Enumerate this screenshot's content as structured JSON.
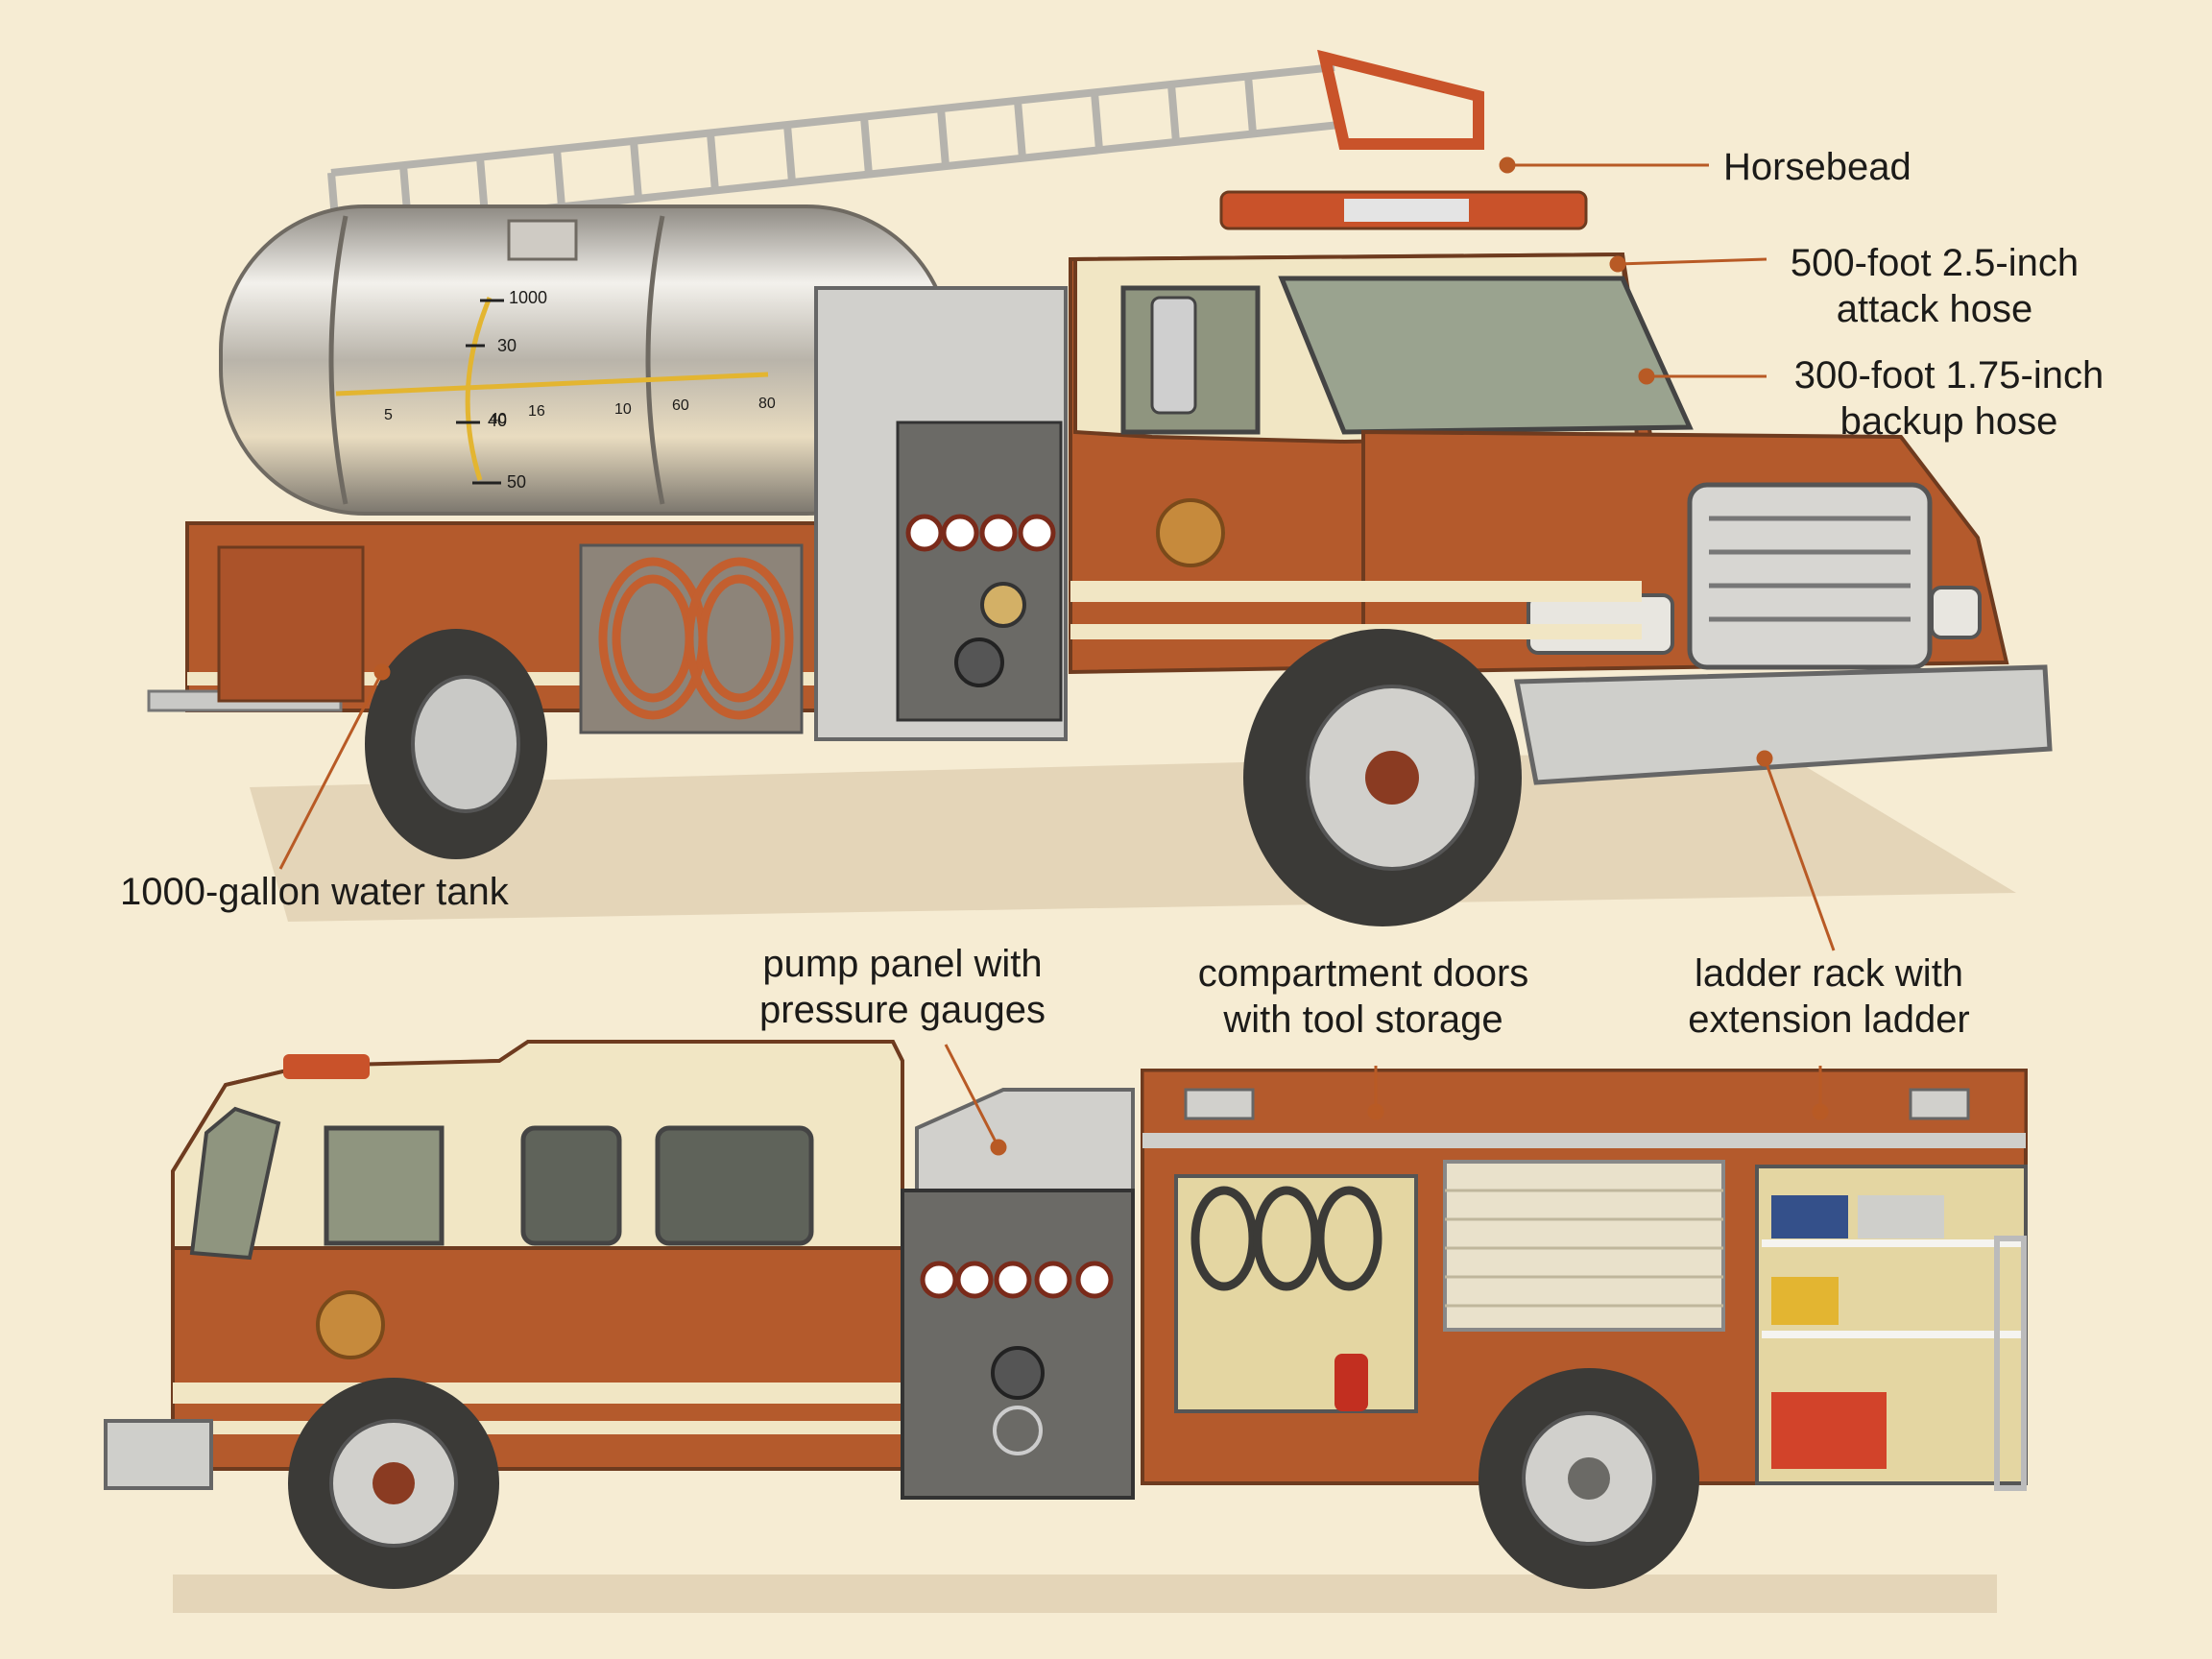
{
  "labels": {
    "horsebead": "Horsebead",
    "attack_hose": [
      "500-foot 2.5-inch",
      "attack hose"
    ],
    "backup_hose": [
      "300-foot 1.75-inch",
      "backup hose"
    ],
    "water_tank": "1000-gallon water tank",
    "pump_panel": [
      "pump panel with",
      "pressure gauges"
    ],
    "compartment_doors": [
      "compartment doors",
      "with tool storage"
    ],
    "ladder_rack": [
      "ladder rack with",
      "extension ladder"
    ]
  },
  "tank_scale": {
    "vertical": [
      "1000",
      "30",
      "40",
      "50"
    ],
    "horizontal": [
      "5",
      "40",
      "16",
      "10",
      "60",
      "80"
    ]
  },
  "colors": {
    "background": "#f6ecd3",
    "body_red": "#b45a2c",
    "cream": "#f1e6c4",
    "chrome": "#c9c9c6",
    "tire": "#3b3a37",
    "leader": "#b85a25",
    "gauge_gold": "#e3b531"
  }
}
